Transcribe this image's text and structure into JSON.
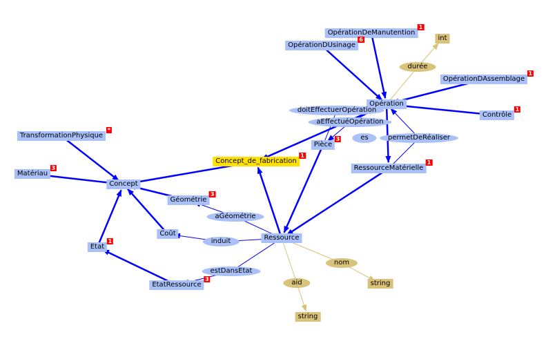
{
  "nodes": [
    {
      "id": "manut",
      "label": "OpérationDeManutention",
      "kind": "cls",
      "badge": "1"
    },
    {
      "id": "usin",
      "label": "OpérationDUsinage",
      "kind": "cls",
      "badge": "6"
    },
    {
      "id": "int",
      "label": "int",
      "kind": "dt",
      "badge": ""
    },
    {
      "id": "duree",
      "label": "durée",
      "kind": "dprop",
      "badge": ""
    },
    {
      "id": "assem",
      "label": "OpérationDAssemblage",
      "kind": "cls",
      "badge": "1"
    },
    {
      "id": "oper",
      "label": "Opération",
      "kind": "cls",
      "badge": ""
    },
    {
      "id": "doit",
      "label": "doitEffectuerOpération",
      "kind": "prop",
      "badge": ""
    },
    {
      "id": "aeff",
      "label": "aEffectuéOpération",
      "kind": "prop",
      "badge": ""
    },
    {
      "id": "ctrl",
      "label": "Contrôle",
      "kind": "cls",
      "badge": "1"
    },
    {
      "id": "es",
      "label": "es",
      "kind": "prop",
      "badge": ""
    },
    {
      "id": "permet",
      "label": "permetDeRéaliser",
      "kind": "prop",
      "badge": ""
    },
    {
      "id": "piece",
      "label": "Pièce",
      "kind": "cls",
      "badge": "3"
    },
    {
      "id": "rmat",
      "label": "RessourceMatérielle",
      "kind": "cls",
      "badge": "1"
    },
    {
      "id": "cfab",
      "label": "Concept_de_fabrication",
      "kind": "root",
      "badge": "1"
    },
    {
      "id": "trans",
      "label": "TransformationPhysique",
      "kind": "cls",
      "badge": "*"
    },
    {
      "id": "mat",
      "label": "Matériau",
      "kind": "cls",
      "badge": "3"
    },
    {
      "id": "concept",
      "label": "Concept",
      "kind": "cls",
      "badge": ""
    },
    {
      "id": "geo",
      "label": "Géométrie",
      "kind": "cls",
      "badge": "3"
    },
    {
      "id": "ageo",
      "label": "aGéométrie",
      "kind": "prop",
      "badge": ""
    },
    {
      "id": "cout",
      "label": "Coût",
      "kind": "cls",
      "badge": ""
    },
    {
      "id": "induit",
      "label": "induit",
      "kind": "prop",
      "badge": ""
    },
    {
      "id": "res",
      "label": "Ressource",
      "kind": "cls",
      "badge": ""
    },
    {
      "id": "etat",
      "label": "Etat",
      "kind": "cls",
      "badge": "1"
    },
    {
      "id": "estdans",
      "label": "estDansEtat",
      "kind": "prop",
      "badge": ""
    },
    {
      "id": "etatres",
      "label": "EtatRessource",
      "kind": "cls",
      "badge": "3"
    },
    {
      "id": "aid",
      "label": "aid",
      "kind": "dprop",
      "badge": ""
    },
    {
      "id": "nom",
      "label": "nom",
      "kind": "dprop",
      "badge": ""
    },
    {
      "id": "str1",
      "label": "string",
      "kind": "dt",
      "badge": ""
    },
    {
      "id": "str2",
      "label": "string",
      "kind": "dt",
      "badge": ""
    }
  ],
  "edges": [
    {
      "from": "manut",
      "to": "oper",
      "type": "subclass"
    },
    {
      "from": "usin",
      "to": "oper",
      "type": "subclass"
    },
    {
      "from": "assem",
      "to": "oper",
      "type": "subclass"
    },
    {
      "from": "ctrl",
      "to": "oper",
      "type": "subclass"
    },
    {
      "from": "oper",
      "to": "cfab",
      "type": "subclass"
    },
    {
      "from": "piece",
      "to": "res",
      "type": "subclass"
    },
    {
      "from": "rmat",
      "to": "res",
      "type": "subclass"
    },
    {
      "from": "oper",
      "to": "rmat",
      "type": "subclass"
    },
    {
      "from": "res",
      "to": "cfab",
      "type": "subclass"
    },
    {
      "from": "cfab",
      "to": "concept",
      "type": "subclass"
    },
    {
      "from": "trans",
      "to": "concept",
      "type": "subclass"
    },
    {
      "from": "mat",
      "to": "concept",
      "type": "subclass"
    },
    {
      "from": "geo",
      "to": "concept",
      "type": "subclass"
    },
    {
      "from": "cout",
      "to": "concept",
      "type": "subclass"
    },
    {
      "from": "etat",
      "to": "concept",
      "type": "subclass"
    },
    {
      "from": "etatres",
      "to": "etat",
      "type": "subclass"
    },
    {
      "from": "oper",
      "to": "duree",
      "type": "data"
    },
    {
      "from": "duree",
      "to": "int",
      "type": "data-range"
    },
    {
      "from": "doit",
      "to": "oper",
      "type": "range"
    },
    {
      "from": "piece",
      "to": "doit",
      "type": "domain"
    },
    {
      "from": "aeff",
      "to": "oper",
      "type": "range"
    },
    {
      "from": "aeff",
      "to": "piece",
      "type": "range"
    },
    {
      "from": "permet",
      "to": "oper",
      "type": "range"
    },
    {
      "from": "rmat",
      "to": "permet",
      "type": "domain"
    },
    {
      "from": "res",
      "to": "ageo",
      "type": "domain"
    },
    {
      "from": "ageo",
      "to": "geo",
      "type": "range"
    },
    {
      "from": "res",
      "to": "induit",
      "type": "domain"
    },
    {
      "from": "induit",
      "to": "cout",
      "type": "range"
    },
    {
      "from": "res",
      "to": "estdans",
      "type": "domain"
    },
    {
      "from": "estdans",
      "to": "etatres",
      "type": "range"
    },
    {
      "from": "res",
      "to": "aid",
      "type": "data"
    },
    {
      "from": "aid",
      "to": "str2",
      "type": "data-range"
    },
    {
      "from": "res",
      "to": "nom",
      "type": "data"
    },
    {
      "from": "nom",
      "to": "str1",
      "type": "data-range"
    }
  ],
  "colors": {
    "class": "#a9c0f8",
    "root": "#ffe000",
    "datatype": "#d9c27a",
    "edge": "#0000ff",
    "data_edge": "#d9c27a",
    "badge": "#ff0000"
  }
}
